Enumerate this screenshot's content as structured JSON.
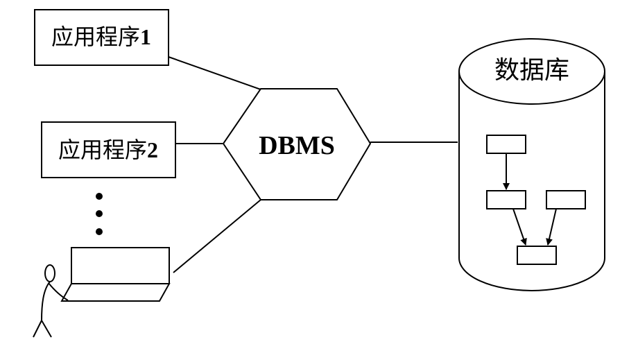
{
  "app1": {
    "text": "应用程序",
    "num": "1"
  },
  "app2": {
    "text": "应用程序",
    "num": "2"
  },
  "dbms": {
    "label": "DBMS"
  },
  "database": {
    "label": "数据库"
  }
}
